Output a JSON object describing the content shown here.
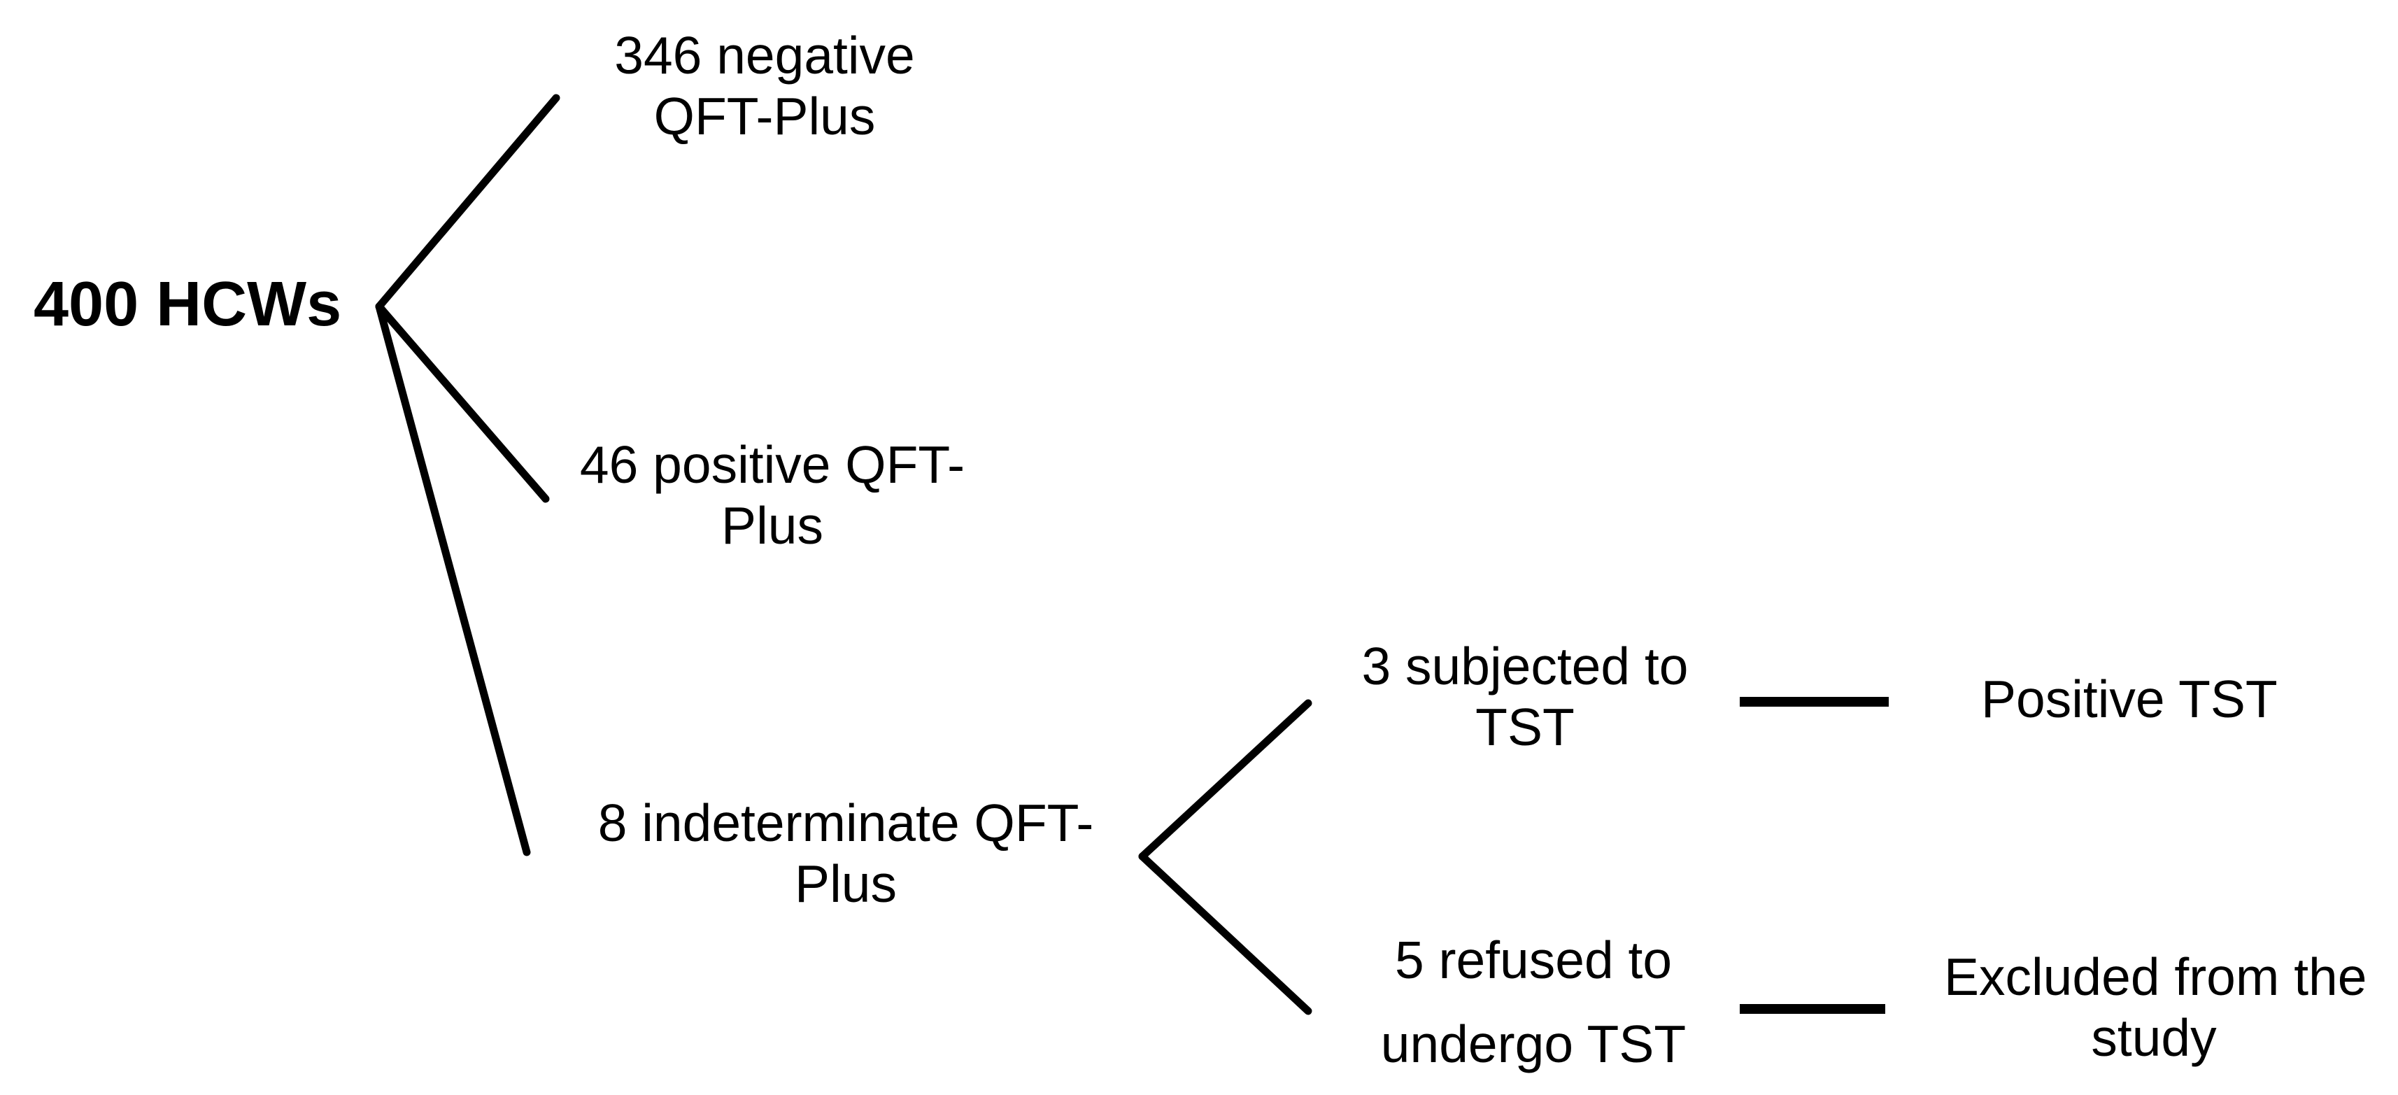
{
  "diagram": {
    "title": "QFT-Plus / TST flow of 400 health-care workers",
    "background_color": "#ffffff",
    "line_color": "#000000",
    "nodes": {
      "root": {
        "lines": [
          "400 HCWs"
        ]
      },
      "qft_negative": {
        "lines": [
          "346 negative",
          "QFT-Plus"
        ]
      },
      "qft_positive": {
        "lines": [
          "46 positive QFT-",
          "Plus"
        ]
      },
      "qft_indeterminate": {
        "lines": [
          "8 indeterminate QFT-",
          "Plus"
        ]
      },
      "tst_subjected": {
        "lines": [
          "3 subjected to",
          "TST"
        ]
      },
      "tst_positive": {
        "lines": [
          "Positive TST"
        ]
      },
      "tst_refused": {
        "lines": [
          "5 refused to",
          "undergo TST"
        ]
      },
      "excluded": {
        "lines": [
          "Excluded from the",
          "study"
        ]
      }
    },
    "edges": [
      {
        "from": "root",
        "to": "qft_negative"
      },
      {
        "from": "root",
        "to": "qft_positive"
      },
      {
        "from": "root",
        "to": "qft_indeterminate"
      },
      {
        "from": "qft_indeterminate",
        "to": "tst_subjected"
      },
      {
        "from": "qft_indeterminate",
        "to": "tst_refused"
      },
      {
        "from": "tst_subjected",
        "to": "tst_positive"
      },
      {
        "from": "tst_refused",
        "to": "excluded"
      }
    ]
  }
}
